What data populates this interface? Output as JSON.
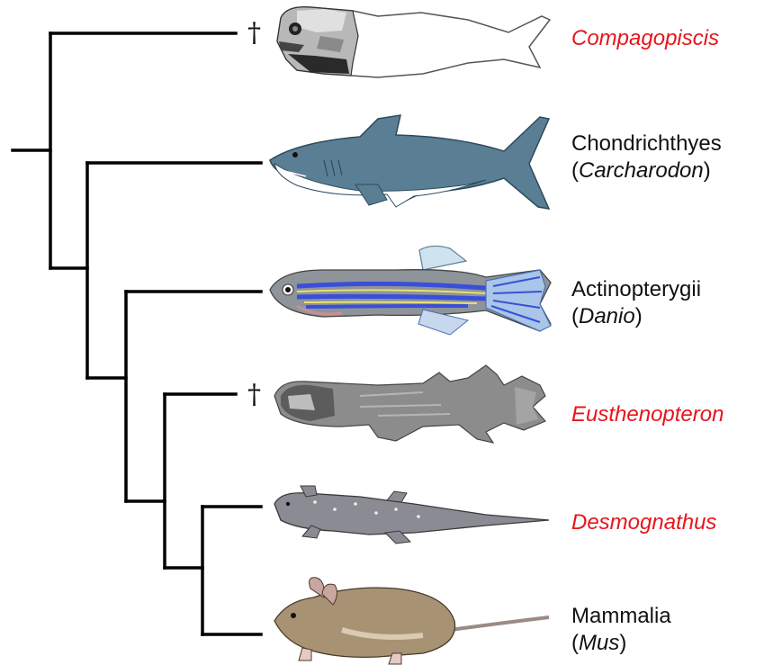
{
  "taxa": [
    {
      "id": "compagopiscis",
      "name": "Compagopiscis",
      "extinct": true,
      "highlight": true,
      "color": "#e8141c"
    },
    {
      "id": "chondrichthyes",
      "line1": "Chondrichthyes",
      "genus": "Carcharodon",
      "extinct": false,
      "highlight": false
    },
    {
      "id": "actinopterygii",
      "line1": "Actinopterygii",
      "genus": "Danio",
      "extinct": false,
      "highlight": false
    },
    {
      "id": "eusthenopteron",
      "name": "Eusthenopteron",
      "extinct": true,
      "highlight": true,
      "color": "#e8141c"
    },
    {
      "id": "desmognathus",
      "name": "Desmognathus",
      "extinct": false,
      "highlight": true,
      "color": "#e8141c"
    },
    {
      "id": "mammalia",
      "line1": "Mammalia",
      "genus": "Mus",
      "extinct": false,
      "highlight": false
    }
  ],
  "extinct_marker": "†",
  "open_paren": "(",
  "close_paren": ")",
  "colors": {
    "highlight": "#e8141c",
    "tree": "#000000",
    "text": "#111111"
  },
  "icons": [
    "placoderm-fossil-icon",
    "shark-icon",
    "zebrafish-icon",
    "lobe-finned-fish-fossil-icon",
    "salamander-icon",
    "mouse-icon"
  ]
}
